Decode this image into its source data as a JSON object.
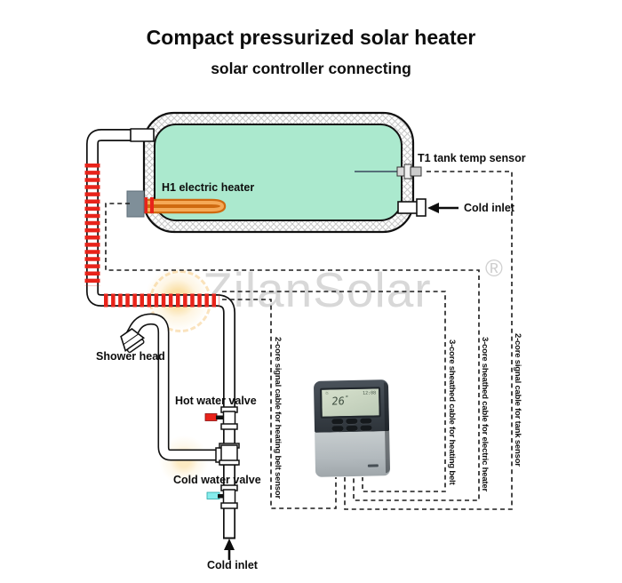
{
  "header": {
    "title": "Compact pressurized solar heater",
    "subtitle": "solar controller connecting"
  },
  "watermark": {
    "brand": "ZilanSolar",
    "registered": "®"
  },
  "labels": {
    "tank_sensor": "T1 tank temp sensor",
    "cold_inlet_top": "Cold inlet",
    "electric_heater": "H1 electric heater",
    "shower_head": "Shower head",
    "hot_water_valve": "Hot water valve",
    "cold_water_valve": "Cold water valve",
    "cold_inlet_bottom": "Cold inlet"
  },
  "cables": [
    {
      "label": "2-core signal cable for heating belt sensor"
    },
    {
      "label": "3-core sheathed cable for heating belt"
    },
    {
      "label": "3-core sheathed cable for electric heater"
    },
    {
      "label": "2-core signal cable for tank sensor"
    }
  ],
  "controller": {
    "display_temp": "26",
    "display_unit": "°",
    "display_time": "12:08"
  },
  "colors": {
    "heating_belt_red": "#e8231a",
    "tank_green": "#abe9ce",
    "heater_orange": "#e8791c",
    "hot_handle_red": "#e8231a",
    "cold_handle_cyan": "#86ecec",
    "watermark_gray": "#d8d8d8"
  }
}
